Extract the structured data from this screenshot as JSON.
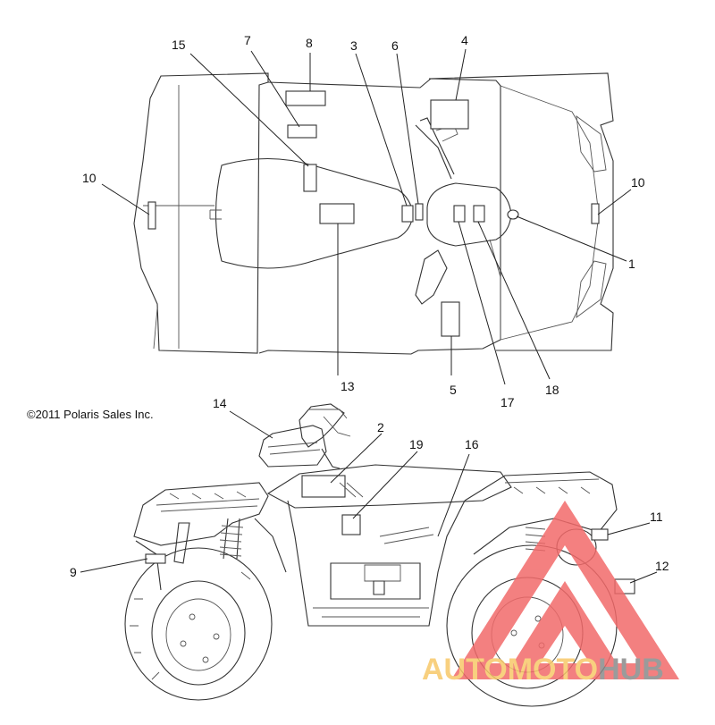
{
  "copyright": "©2011 Polaris Sales Inc.",
  "watermark": {
    "parts": [
      "AUTO",
      "MOTO",
      "HUB"
    ],
    "colors": {
      "auto": "#f7c869",
      "moto": "#f7c869",
      "hub": "#8a8a8a",
      "triangle": "#f26a6a"
    }
  },
  "callouts": {
    "c1": "1",
    "c2": "2",
    "c3": "3",
    "c4": "4",
    "c5": "5",
    "c6": "6",
    "c7": "7",
    "c8": "8",
    "c9": "9",
    "c10a": "10",
    "c10b": "10",
    "c11": "11",
    "c12": "12",
    "c13": "13",
    "c14": "14",
    "c15": "15",
    "c16": "16",
    "c17": "17",
    "c18": "18",
    "c19": "19"
  }
}
